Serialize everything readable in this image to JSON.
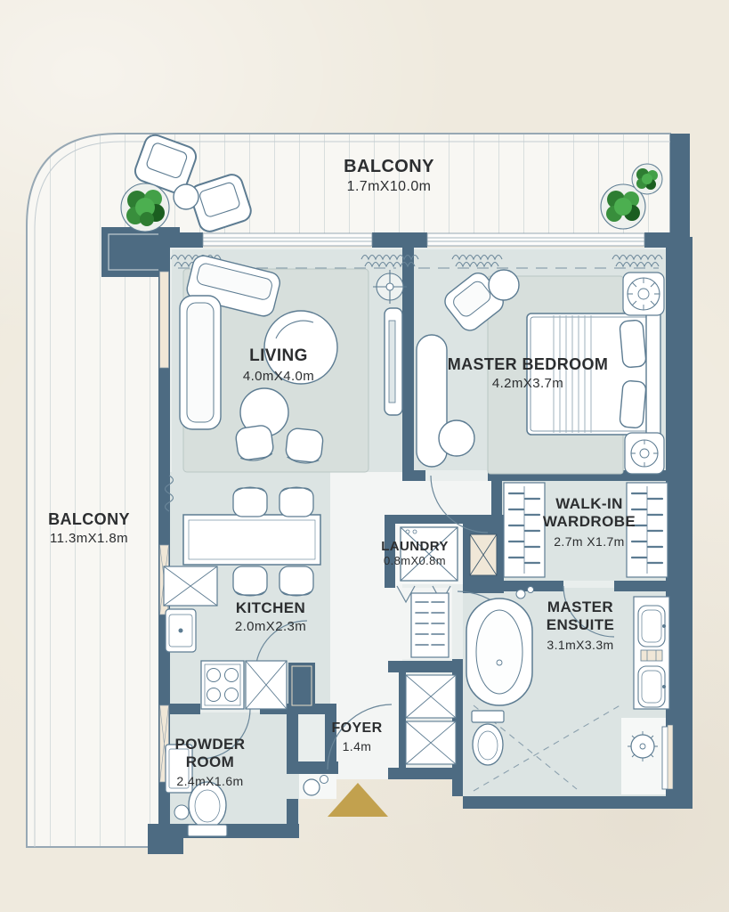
{
  "plan": {
    "colors": {
      "wall": "#4d6b82",
      "floor_tint": "#dce4e3",
      "deck": "#f8f7f3",
      "accent_gold": "#c2a14e",
      "plant_green": "#2e7d32",
      "furniture_line": "#5d7c92",
      "text": "#2c2e30"
    },
    "rooms": {
      "balcony_top": {
        "line1": "BALCONY",
        "dims": "1.7mX10.0m"
      },
      "balcony_left": {
        "line1": "BALCONY",
        "dims": "11.3mX1.8m"
      },
      "living": {
        "line1": "LIVING",
        "dims": "4.0mX4.0m"
      },
      "master_bedroom": {
        "line1": "MASTER BEDROOM",
        "dims": "4.2mX3.7m"
      },
      "walk_in_wardrobe": {
        "line1": "WALK-IN",
        "line2": "WARDROBE",
        "dims": "2.7m X1.7m"
      },
      "laundry": {
        "line1": "LAUNDRY",
        "dims": "0.8mX0.8m"
      },
      "kitchen": {
        "line1": "KITCHEN",
        "dims": "2.0mX2.3m"
      },
      "master_ensuite": {
        "line1": "MASTER",
        "line2": "ENSUITE",
        "dims": "3.1mX3.3m"
      },
      "powder_room": {
        "line1": "POWDER",
        "line2": "ROOM",
        "dims": "2.4mX1.6m"
      },
      "foyer": {
        "line1": "FOYER",
        "dims": "1.4m"
      }
    }
  }
}
